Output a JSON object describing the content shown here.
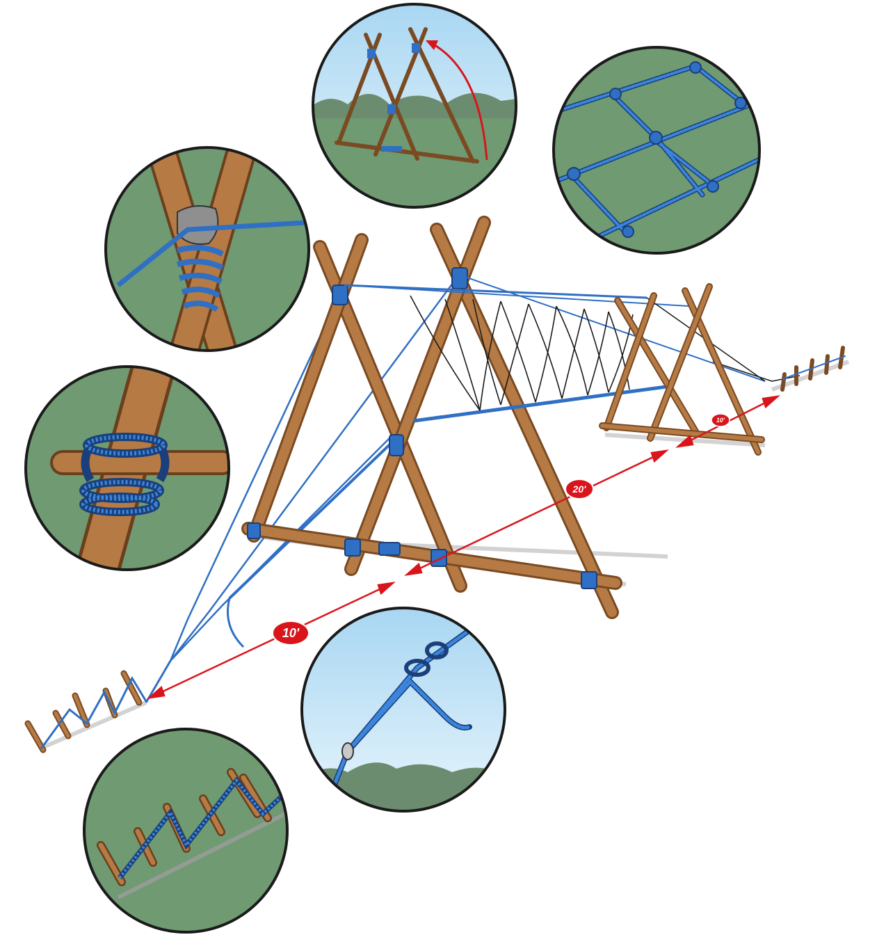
{
  "diagram": {
    "colors": {
      "pole": "#a9713f",
      "pole_dark": "#7a4a22",
      "rope": "#2f6fc4",
      "rope_dark": "#1a3f7a",
      "net_line": "#1a1a1a",
      "dimension": "#d9141b",
      "grass": "#6f9a72",
      "sky": "#bfe0f4",
      "ground_shadow": "#bdbdbd"
    },
    "dimensions": [
      {
        "id": "front-guy",
        "label": "10'"
      },
      {
        "id": "between-frames",
        "label": "20'"
      },
      {
        "id": "back-guy",
        "label": "10'"
      }
    ],
    "insets": [
      {
        "id": "raising-frames",
        "icon": "raising-frames-icon"
      },
      {
        "id": "net-knots",
        "icon": "net-knots-icon"
      },
      {
        "id": "shear-lashing",
        "icon": "shear-lashing-icon"
      },
      {
        "id": "square-lashing",
        "icon": "square-lashing-icon"
      },
      {
        "id": "rope-tackle",
        "icon": "rope-tackle-icon"
      },
      {
        "id": "stake-anchor",
        "icon": "stake-anchor-icon"
      }
    ]
  }
}
